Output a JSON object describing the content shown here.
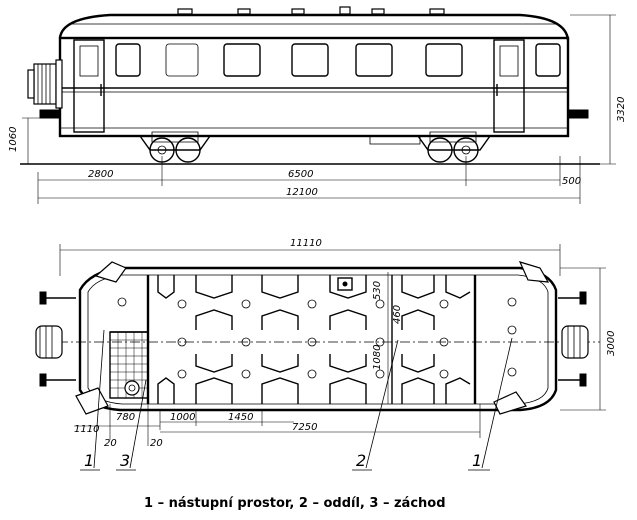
{
  "side_view": {
    "dims": {
      "wheelbase_offset": "2800",
      "bogie_centers": "6500",
      "overhang": "500",
      "overall_length": "12100",
      "floor_height": "1060",
      "total_height": "3320"
    }
  },
  "plan_view": {
    "dims": {
      "body_length": "11110",
      "width": "3000",
      "row_pitch_530": "530",
      "row_pitch_460": "460",
      "aisle_1080": "1080",
      "vestibule_1110": "1110",
      "toilet_780": "780",
      "gap_20_a": "20",
      "gap_20_b": "20",
      "pitch_1000": "1000",
      "pitch_1450": "1450",
      "compartment_7250": "7250"
    },
    "callouts": [
      "1",
      "3",
      "2",
      "1"
    ]
  },
  "caption": "1 – nástupní prostor, 2 – oddíl, 3 – záchod"
}
